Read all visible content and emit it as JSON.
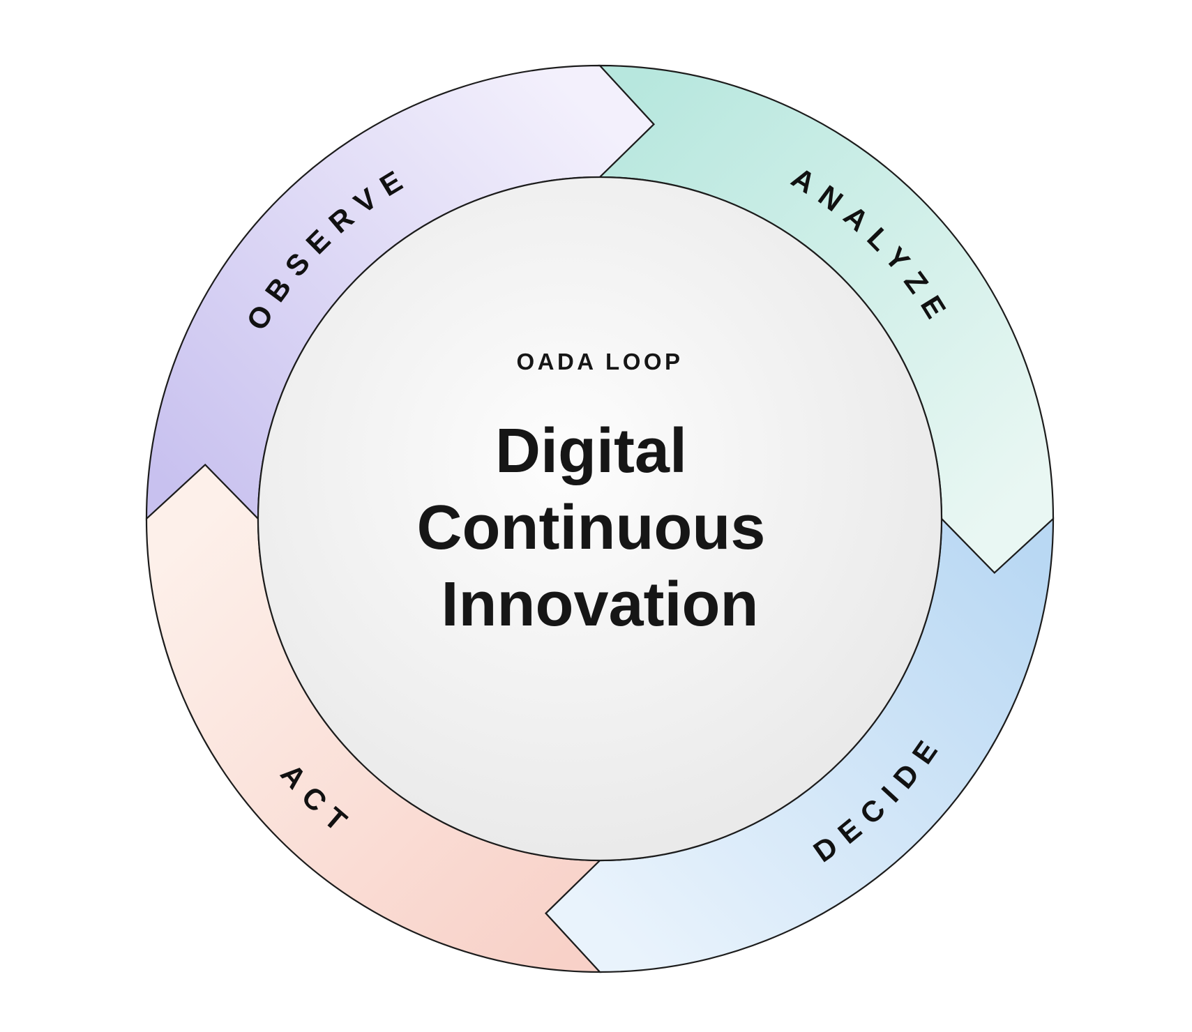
{
  "diagram": {
    "name": "OADA Loop cycle diagram",
    "center": {
      "eyebrow": "OADA LOOP",
      "title_lines": [
        "Digital",
        "Continuous",
        "Innovation"
      ],
      "disc_color_center": "#fdfdfd",
      "disc_color_edge": "#e9e9e9"
    },
    "segments": [
      {
        "id": "observe",
        "label": "OBSERVE",
        "position": "top-left",
        "color_start": "#c8c1ef",
        "color_end": "#f3f0fc"
      },
      {
        "id": "analyze",
        "label": "ANALYZE",
        "position": "top-right",
        "color_start": "#b7e7de",
        "color_end": "#e9f7f3"
      },
      {
        "id": "decide",
        "label": "DECIDE",
        "position": "bottom-right",
        "color_start": "#b9d8f3",
        "color_end": "#e9f3fc"
      },
      {
        "id": "act",
        "label": "ACT",
        "position": "bottom-left",
        "color_start": "#f8d1c8",
        "color_end": "#fdf0ea"
      }
    ],
    "colors": {
      "outline": "#1c1c1c",
      "label_text": "#111111",
      "title_text": "#161616",
      "background": "#ffffff"
    }
  }
}
